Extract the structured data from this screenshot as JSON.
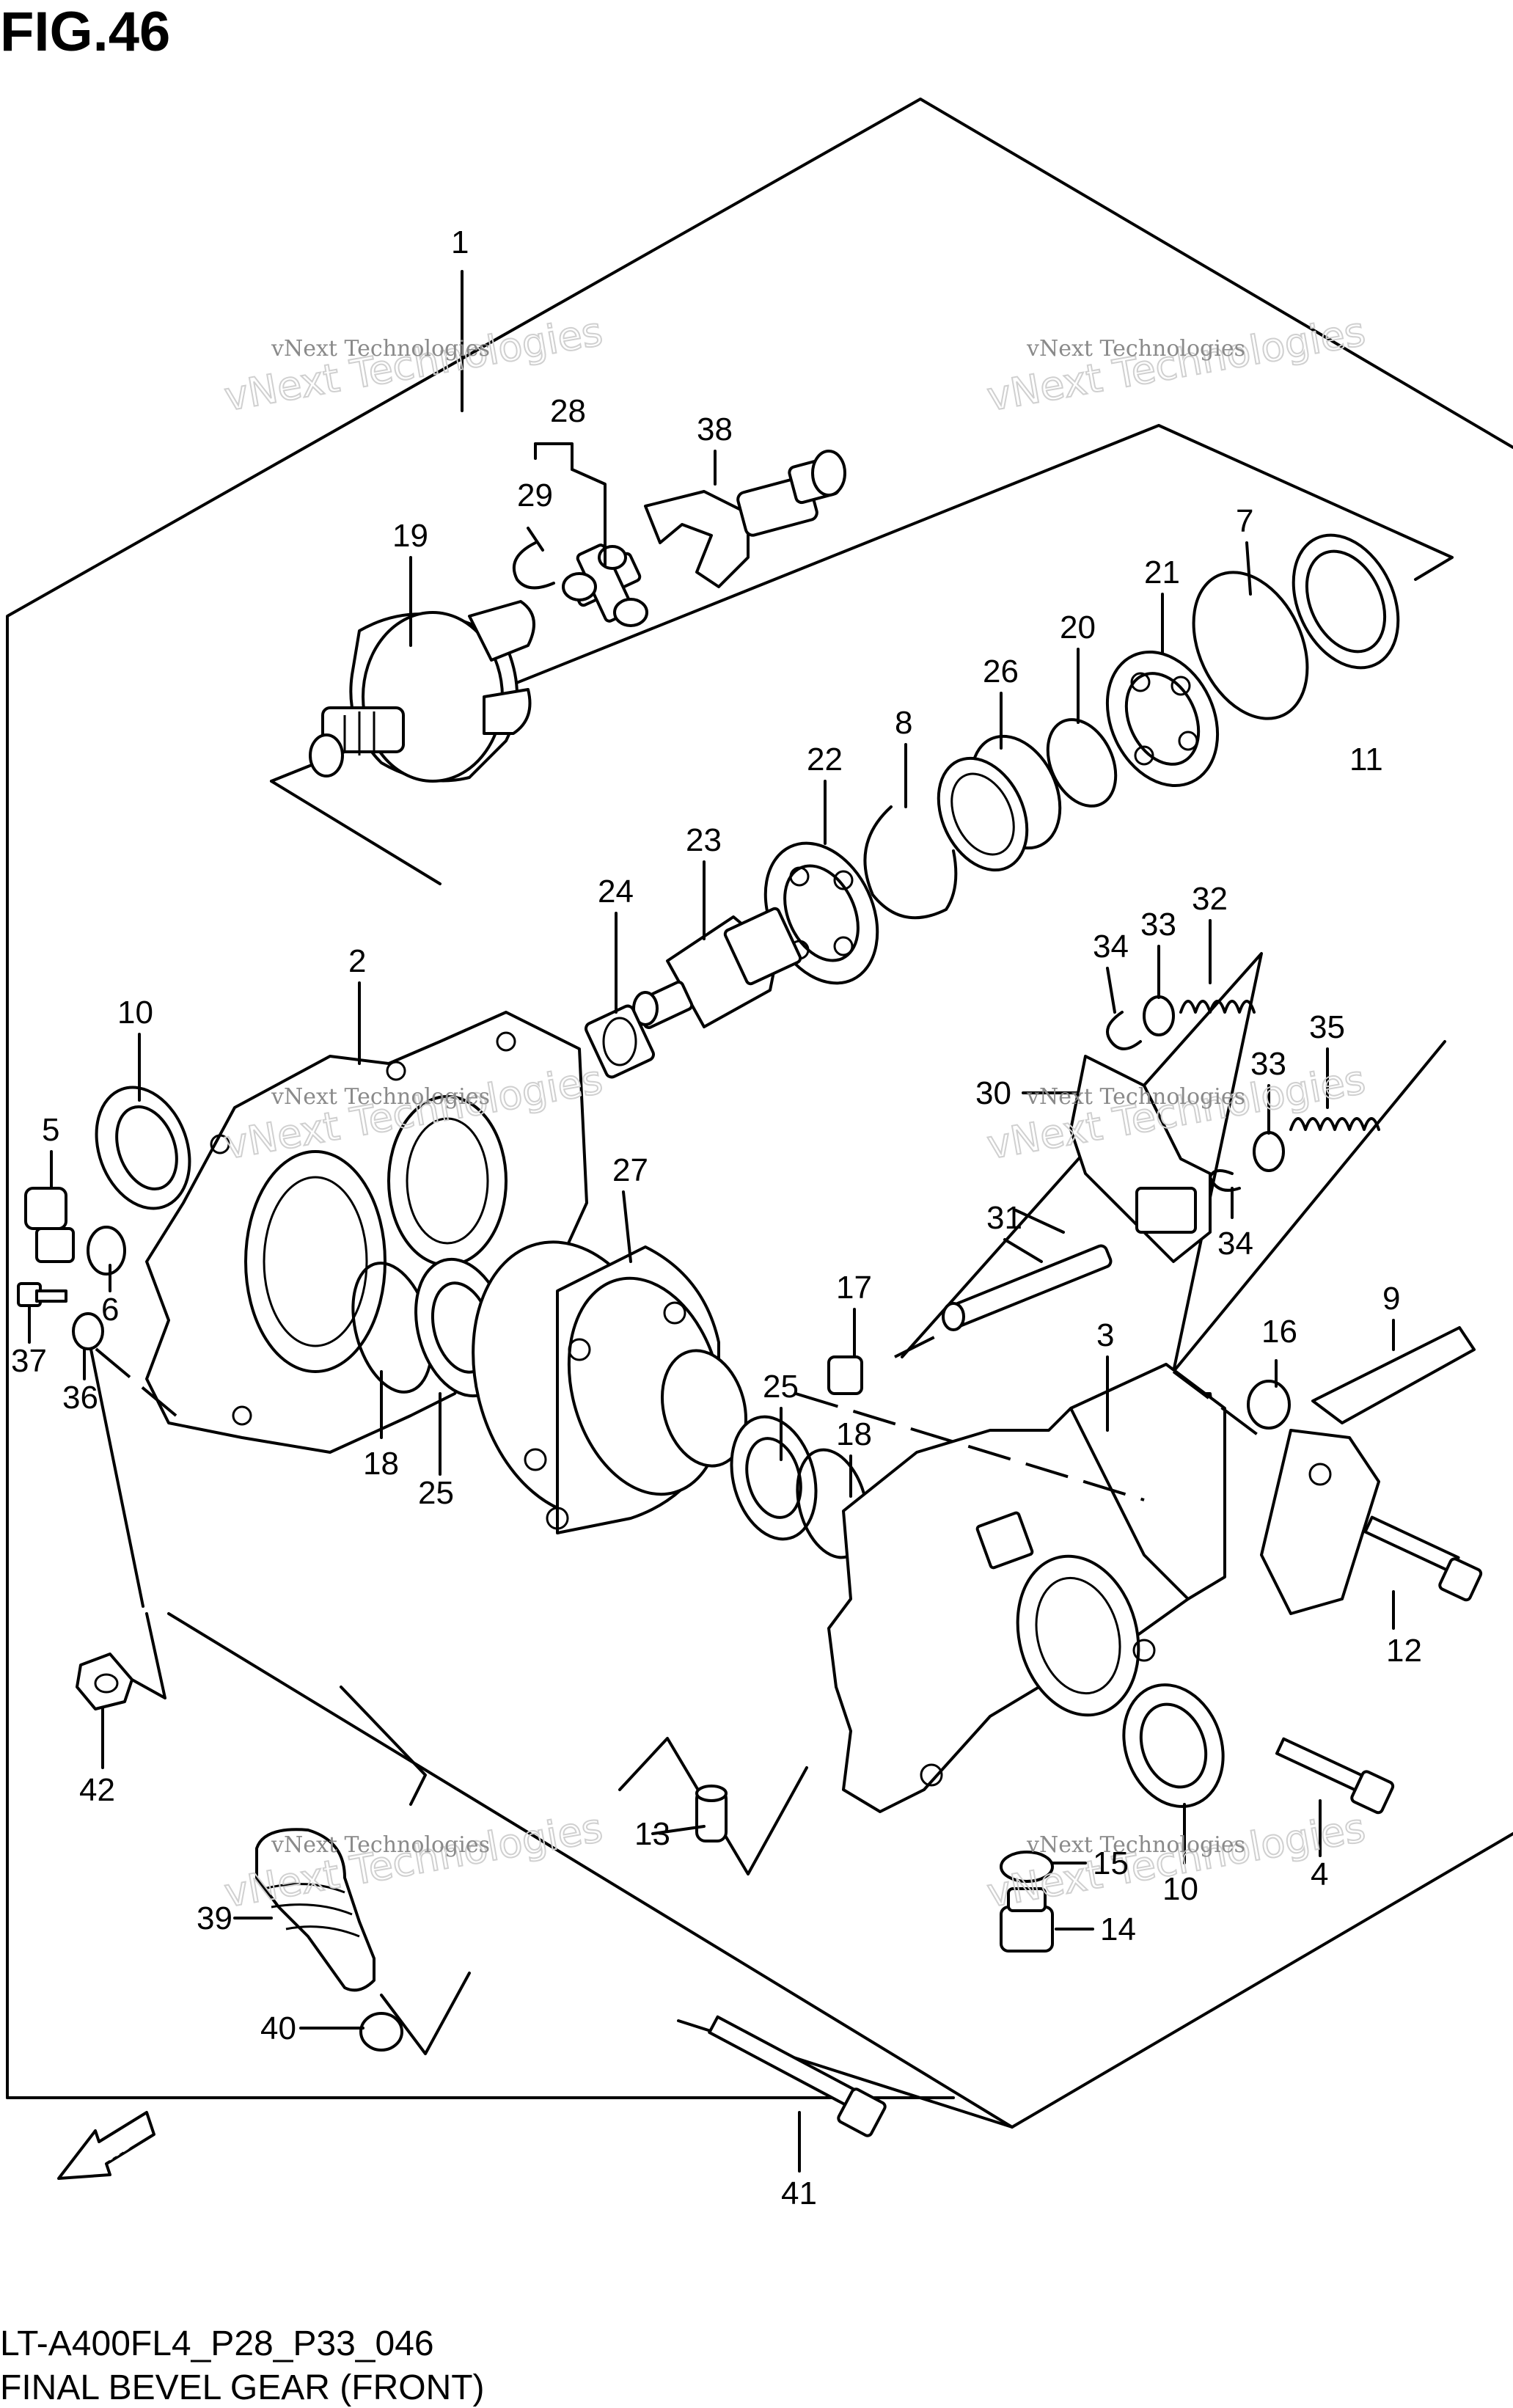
{
  "figure_title": "FIG.46",
  "model_code": "LT-A400FL4_P28_P33_046",
  "caption": "FINAL BEVEL GEAR (FRONT)",
  "fwd_label": "FWD",
  "watermark_line1": "vNext Technologies",
  "watermark_line2": "vNext Technologies",
  "callouts": [
    "1",
    "2",
    "3",
    "4",
    "5",
    "6",
    "7",
    "8",
    "9",
    "10",
    "10",
    "11",
    "12",
    "13",
    "14",
    "15",
    "16",
    "17",
    "18",
    "18",
    "19",
    "20",
    "21",
    "22",
    "23",
    "24",
    "25",
    "25",
    "26",
    "27",
    "28",
    "29",
    "30",
    "31",
    "32",
    "33",
    "33",
    "34",
    "34",
    "35",
    "36",
    "37",
    "38",
    "39",
    "40",
    "41",
    "42"
  ]
}
